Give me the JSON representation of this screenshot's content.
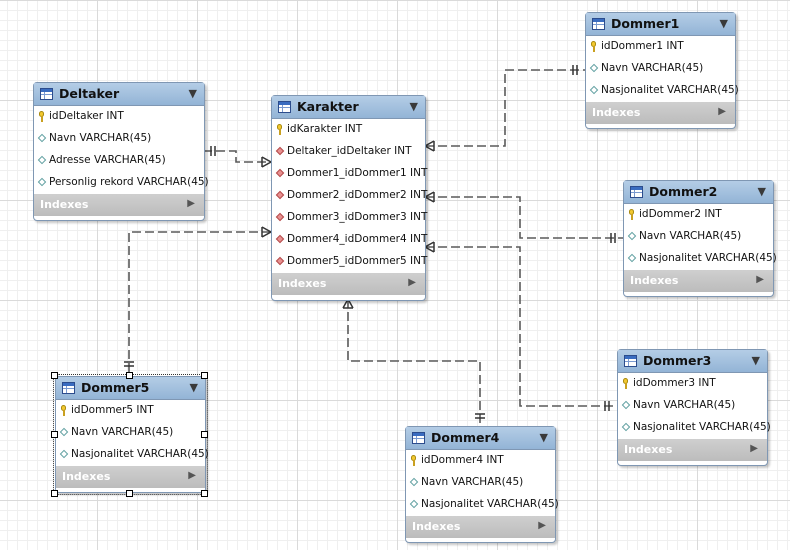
{
  "tables": {
    "deltaker": {
      "name": "Deltaker",
      "columns": [
        {
          "label": "idDeltaker INT",
          "kind": "pk"
        },
        {
          "label": "Navn VARCHAR(45)",
          "kind": "attr"
        },
        {
          "label": "Adresse VARCHAR(45)",
          "kind": "attr"
        },
        {
          "label": "Personlig rekord VARCHAR(45)",
          "kind": "attr"
        }
      ],
      "indexes_label": "Indexes"
    },
    "karakter": {
      "name": "Karakter",
      "columns": [
        {
          "label": "idKarakter INT",
          "kind": "pk"
        },
        {
          "label": "Deltaker_idDeltaker INT",
          "kind": "fk"
        },
        {
          "label": "Dommer1_idDommer1 INT",
          "kind": "fk"
        },
        {
          "label": "Dommer2_idDommer2 INT",
          "kind": "fk"
        },
        {
          "label": "Dommer3_idDommer3 INT",
          "kind": "fk"
        },
        {
          "label": "Dommer4_idDommer4 INT",
          "kind": "fk"
        },
        {
          "label": "Dommer5_idDommer5 INT",
          "kind": "fk"
        }
      ],
      "indexes_label": "Indexes"
    },
    "dommer1": {
      "name": "Dommer1",
      "columns": [
        {
          "label": "idDommer1 INT",
          "kind": "pk"
        },
        {
          "label": "Navn VARCHAR(45)",
          "kind": "attr"
        },
        {
          "label": "Nasjonalitet VARCHAR(45)",
          "kind": "attr"
        }
      ],
      "indexes_label": "Indexes"
    },
    "dommer2": {
      "name": "Dommer2",
      "columns": [
        {
          "label": "idDommer2 INT",
          "kind": "pk"
        },
        {
          "label": "Navn VARCHAR(45)",
          "kind": "attr"
        },
        {
          "label": "Nasjonalitet VARCHAR(45)",
          "kind": "attr"
        }
      ],
      "indexes_label": "Indexes"
    },
    "dommer3": {
      "name": "Dommer3",
      "columns": [
        {
          "label": "idDommer3 INT",
          "kind": "pk"
        },
        {
          "label": "Navn VARCHAR(45)",
          "kind": "attr"
        },
        {
          "label": "Nasjonalitet VARCHAR(45)",
          "kind": "attr"
        }
      ],
      "indexes_label": "Indexes"
    },
    "dommer4": {
      "name": "Dommer4",
      "columns": [
        {
          "label": "idDommer4 INT",
          "kind": "pk"
        },
        {
          "label": "Navn VARCHAR(45)",
          "kind": "attr"
        },
        {
          "label": "Nasjonalitet VARCHAR(45)",
          "kind": "attr"
        }
      ],
      "indexes_label": "Indexes"
    },
    "dommer5": {
      "name": "Dommer5",
      "selected": true,
      "columns": [
        {
          "label": "idDommer5 INT",
          "kind": "pk"
        },
        {
          "label": "Navn VARCHAR(45)",
          "kind": "attr"
        },
        {
          "label": "Nasjonalitet VARCHAR(45)",
          "kind": "attr"
        }
      ],
      "indexes_label": "Indexes"
    }
  },
  "relationships": [
    {
      "from": "karakter",
      "to": "deltaker",
      "cardinality": "one-to-many"
    },
    {
      "from": "karakter",
      "to": "dommer1",
      "cardinality": "one-to-many"
    },
    {
      "from": "karakter",
      "to": "dommer2",
      "cardinality": "one-to-many"
    },
    {
      "from": "karakter",
      "to": "dommer3",
      "cardinality": "one-to-many"
    },
    {
      "from": "karakter",
      "to": "dommer4",
      "cardinality": "one-to-many"
    },
    {
      "from": "karakter",
      "to": "dommer5",
      "cardinality": "one-to-many"
    }
  ],
  "colors": {
    "header_top": "#b4cde6",
    "header_bottom": "#93b4d6",
    "border": "#7f97b3",
    "indexes_bar": "#c4c4c4",
    "line": "#555555",
    "pk": "#f2c830",
    "fk": "#e89090"
  }
}
